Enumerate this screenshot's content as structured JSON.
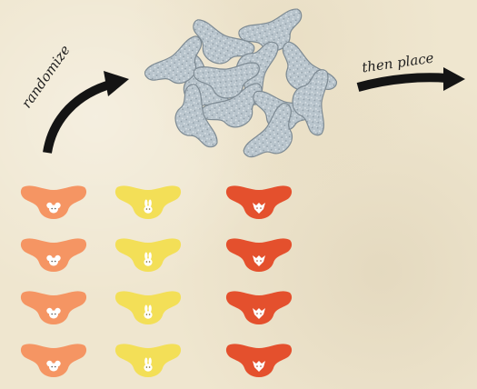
{
  "labels": {
    "randomize": "randomize",
    "then_place": "then place"
  },
  "colors": {
    "background": "#efe6cf",
    "mouse_tile": "#f59563",
    "rabbit_tile": "#f3df57",
    "fox_tile": "#e4502d",
    "tile_back": "#b8c4cc",
    "arrow": "#141414"
  },
  "tiles": {
    "columns": [
      {
        "animal": "mouse",
        "icon": "mouse-icon",
        "color": "#f59563",
        "count": 4
      },
      {
        "animal": "rabbit",
        "icon": "rabbit-icon",
        "color": "#f3df57",
        "count": 4
      },
      {
        "animal": "fox",
        "icon": "fox-icon",
        "color": "#e4502d",
        "count": 4
      }
    ]
  },
  "pile": {
    "face_down_tiles": 12
  }
}
